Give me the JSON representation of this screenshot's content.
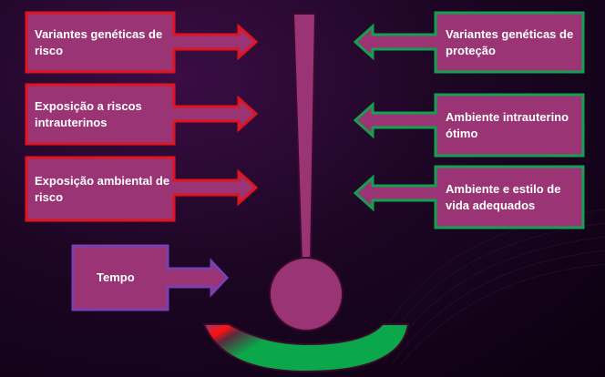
{
  "risk_factors": [
    {
      "label": "Variantes genéticas de risco"
    },
    {
      "label": "Exposição a riscos intrauterinos"
    },
    {
      "label": "Exposição ambiental de risco"
    }
  ],
  "protective_factors": [
    {
      "label": "Variantes genéticas de proteção"
    },
    {
      "label": "Ambiente intrauterino ótimo"
    },
    {
      "label": "Ambiente e estilo de vida adequados"
    }
  ],
  "time": {
    "label": "Tempo"
  },
  "colors": {
    "box_fill": "#9b3474",
    "risk_border": "#e0141e",
    "protect_border": "#14a050",
    "time_border": "#7a3fb0",
    "gauge_green": "#0aa84a",
    "gauge_red": "#ff1010"
  }
}
